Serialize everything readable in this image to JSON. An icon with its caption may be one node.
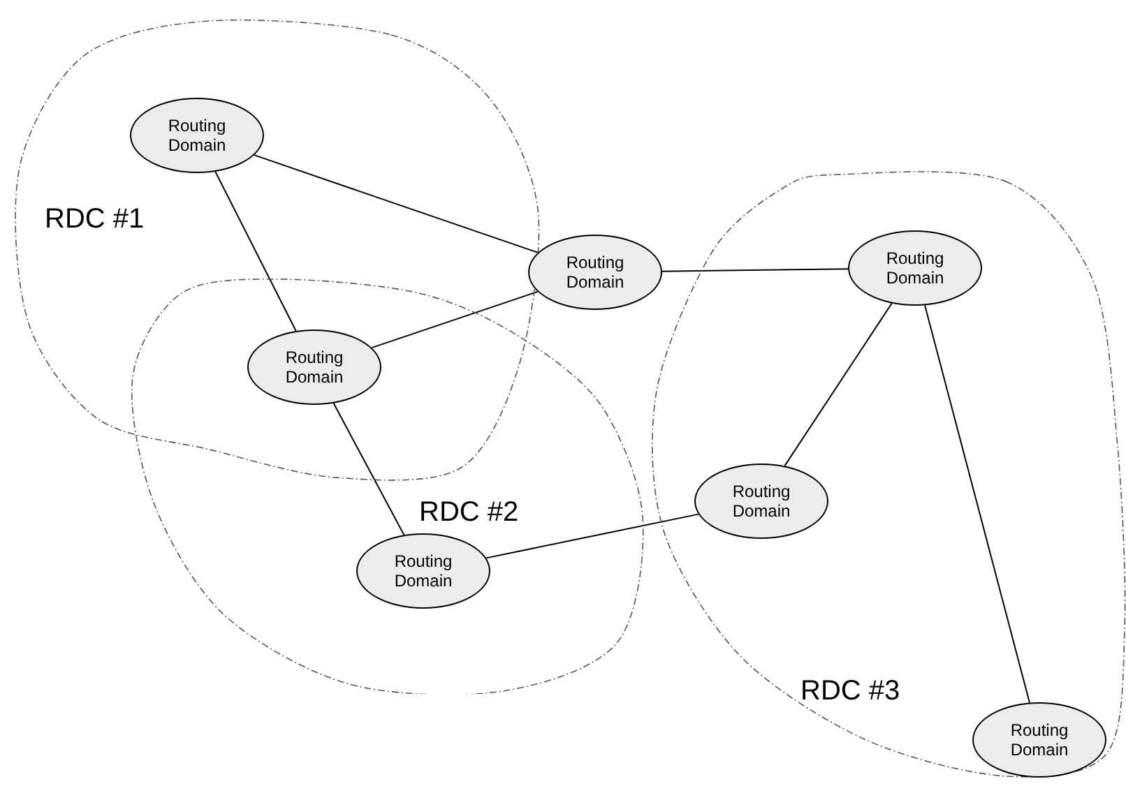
{
  "diagram": {
    "nodes": [
      {
        "text": [
          "RDC #1"
        ]
      },
      {
        "text": [
          "Routing Domain"
        ],
        "in": 0
      },
      {
        "text": [
          "Routing Domain"
        ]
      },
      {
        "text": [
          "Routing Domain"
        ]
      },
      {
        "text": [
          "RDC #2"
        ]
      },
      {
        "text": [
          "Routing Domain"
        ],
        "in": 4
      },
      {
        "text": [
          "RDC #3"
        ]
      },
      {
        "text": [
          "Routing Domain"
        ],
        "in": 6
      },
      {
        "text": [
          "Routing Domain"
        ],
        "in": 6
      },
      {
        "text": [
          "Routing Domain"
        ],
        "in": 6
      }
    ],
    "edges": [
      {
        "from": 1,
        "to": 2,
        "arrow": "none"
      },
      {
        "from": 1,
        "to": 3,
        "arrow": "none"
      },
      {
        "from": 3,
        "to": 2,
        "arrow": "none"
      },
      {
        "from": 2,
        "to": 7,
        "arrow": "none"
      },
      {
        "from": 3,
        "to": 5,
        "arrow": "none"
      },
      {
        "from": 5,
        "to": 8,
        "arrow": "none"
      },
      {
        "from": 8,
        "to": 7,
        "arrow": "none"
      },
      {
        "from": 7,
        "to": 9,
        "arrow": "none"
      }
    ]
  }
}
